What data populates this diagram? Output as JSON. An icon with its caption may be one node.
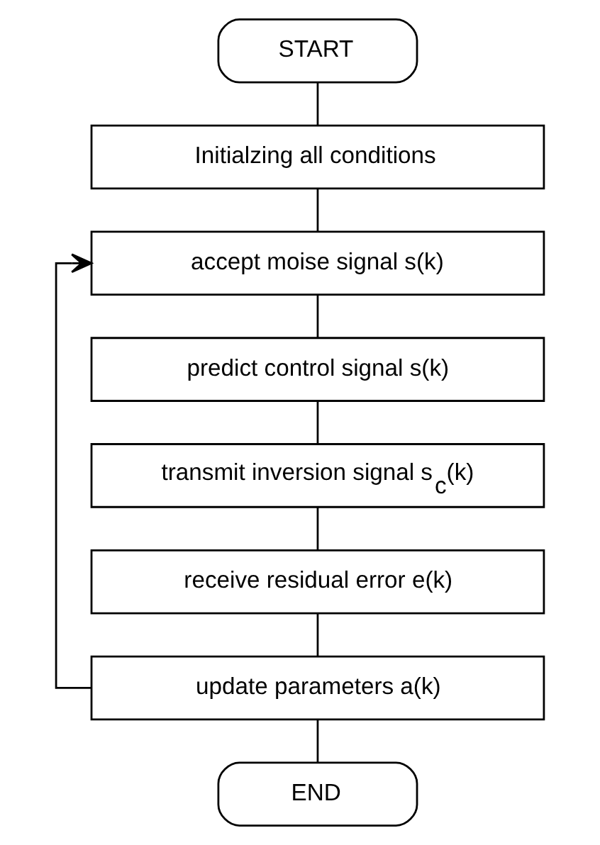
{
  "diagram": {
    "nodes": [
      {
        "text": [
          "START"
        ]
      },
      {
        "text": [
          "Initialzing all conditions"
        ]
      },
      {
        "text": [
          "accept moise signal s(k)"
        ]
      },
      {
        "text": [
          "predict control signal s(k)"
        ]
      },
      {
        "text": [
          "transmit inversion signal s$_{c}$(k)"
        ]
      },
      {
        "text": [
          "receive residual error e(k)"
        ]
      },
      {
        "text": [
          "update parameters a(k)"
        ]
      },
      {
        "text": [
          "END"
        ]
      }
    ],
    "edges": [
      {
        "from": 0,
        "to": 1,
        "arrow": "none"
      },
      {
        "from": 1,
        "to": 2,
        "arrow": "none"
      },
      {
        "from": 2,
        "to": 3,
        "arrow": "none"
      },
      {
        "from": 3,
        "to": 4,
        "arrow": "none"
      },
      {
        "from": 4,
        "to": 5,
        "arrow": "none"
      },
      {
        "from": 5,
        "to": 6,
        "arrow": "none"
      },
      {
        "from": 6,
        "to": 7,
        "arrow": "none"
      },
      {
        "from": 6,
        "to": 2,
        "arrow": "to"
      }
    ]
  }
}
